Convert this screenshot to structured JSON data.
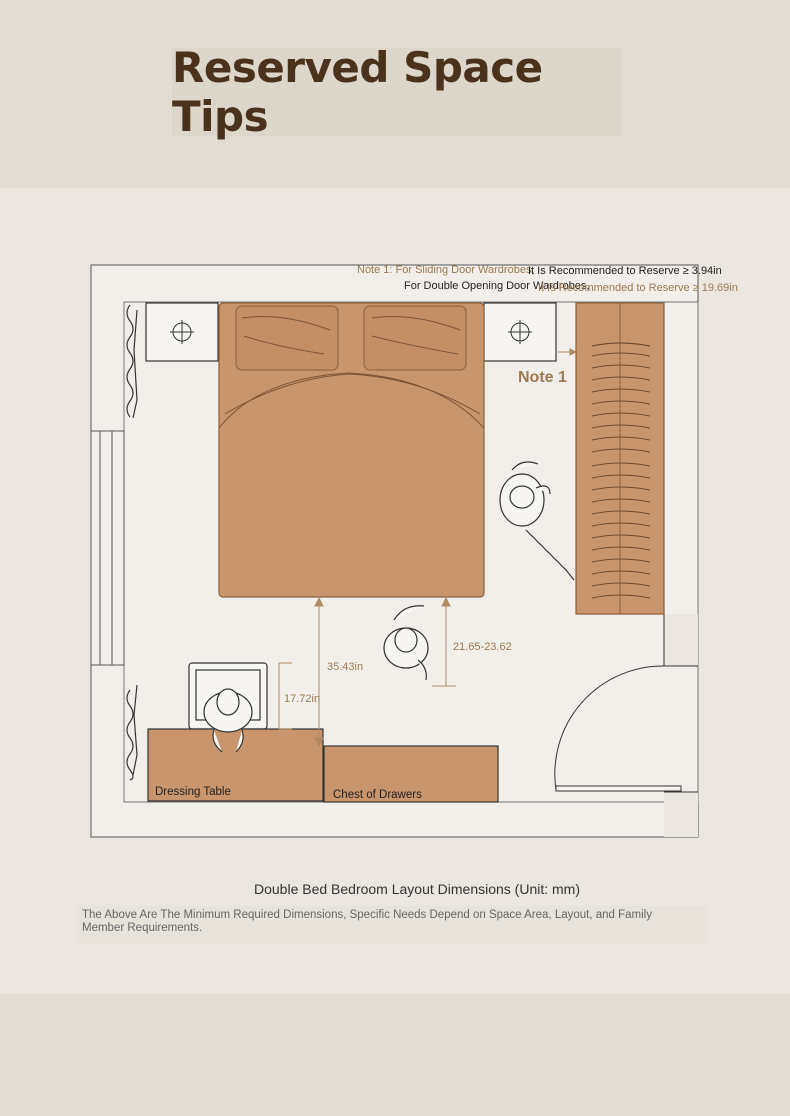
{
  "header": {
    "title": "Reserved Space Tips"
  },
  "plan": {
    "annotations": {
      "note1_sliding": "Note 1: For Sliding Door Wardrobes,",
      "double_opening": "For Double Opening Door Wardrobes,",
      "recommended_small": "It Is Recommended to Reserve ≥ 3.94in",
      "recommended_large": "It Is Recommended to Reserve ≥ 19.69in",
      "note1_label": "Note 1"
    },
    "dimensions": {
      "bed_to_chest": "35.43in",
      "chair_clearance": "17.72in",
      "walkway": "21.65-23.62"
    },
    "furniture": {
      "dressing_table": "Dressing Table",
      "chest_of_drawers": "Chest of Drawers"
    },
    "colors": {
      "furniture_fill": "#c9956c",
      "outline": "#333333",
      "annotation": "#9c7a52"
    }
  },
  "footer": {
    "caption": "Double Bed Bedroom Layout Dimensions (Unit: mm)",
    "note": "The Above Are The Minimum Required Dimensions, Specific Needs Depend on Space Area, Layout, and Family Member Requirements."
  }
}
